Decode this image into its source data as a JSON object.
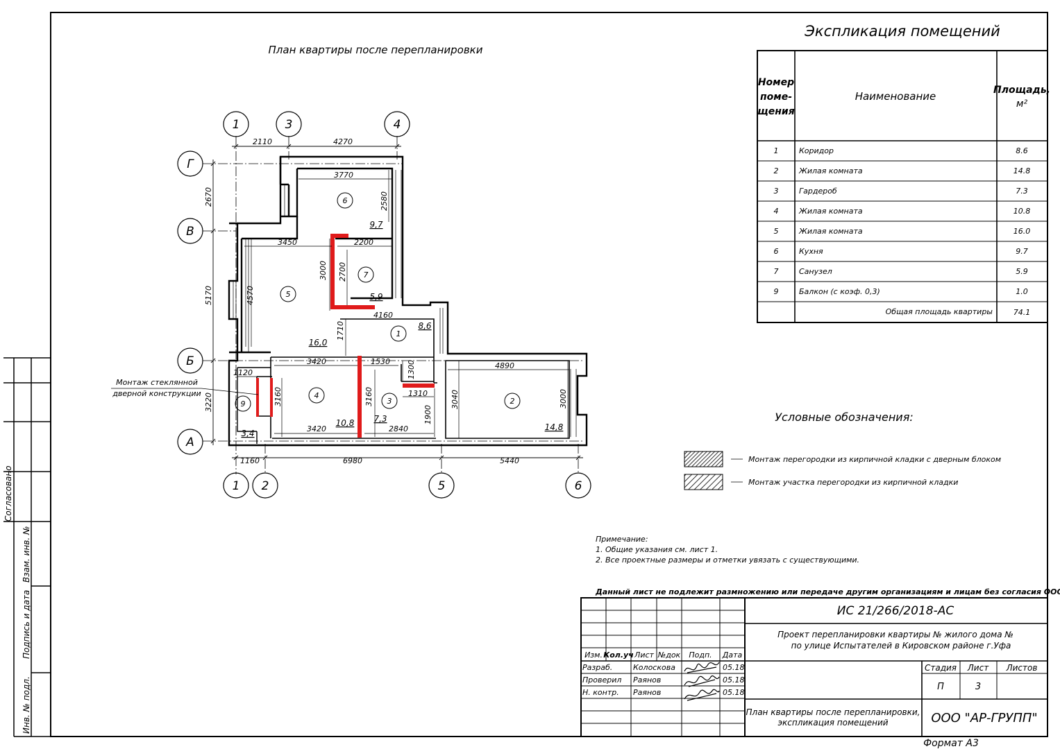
{
  "plan": {
    "title": "План квартиры после перепланировки",
    "axes_top": [
      "1",
      "3",
      "4"
    ],
    "axes_bottom": [
      "1",
      "2",
      "5",
      "6"
    ],
    "axes_left": [
      "Г",
      "В",
      "Б",
      "А"
    ],
    "dims_top": [
      "2110",
      "4270"
    ],
    "dims_bottom": [
      "1160",
      "6980",
      "5440"
    ],
    "dims_left": [
      "2670",
      "5170",
      "3220"
    ],
    "inner_dims": {
      "d3770": "3770",
      "d2580": "2580",
      "d3450": "3450",
      "d2200": "2200",
      "d4570": "4570",
      "d3000a": "3000",
      "d2700": "2700",
      "d4160": "4160",
      "d1710": "1710",
      "d3420a": "3420",
      "d1530": "1530",
      "d1300": "1300",
      "d4890": "4890",
      "d1120": "1120",
      "d3160a": "3160",
      "d3160b": "3160",
      "d1310": "1310",
      "d3040": "3040",
      "d3000b": "3000",
      "d1900": "1900",
      "d3420b": "3420",
      "d2840": "2840"
    },
    "room_numbers": {
      "r1": "1",
      "r2": "2",
      "r3": "3",
      "r4": "4",
      "r5": "5",
      "r6": "6",
      "r7": "7",
      "r9": "9"
    },
    "room_areas": {
      "a1": "8,6",
      "a2": "14,8",
      "a3": "7,3",
      "a4": "10,8",
      "a5": "16,0",
      "a6": "9,7",
      "a7": "5,9",
      "a9": "3,4"
    },
    "callout": [
      "Монтаж стеклянной",
      "дверной конструкции"
    ]
  },
  "explication": {
    "title": "Экспликация помещений",
    "col_number": [
      "Номер",
      "поме-",
      "щения"
    ],
    "col_name": "Наименование",
    "col_area": [
      "Площадь,",
      "м²"
    ],
    "rows": [
      {
        "n": "1",
        "name": "Коридор",
        "area": "8.6"
      },
      {
        "n": "2",
        "name": "Жилая комната",
        "area": "14.8"
      },
      {
        "n": "3",
        "name": "Гардероб",
        "area": "7.3"
      },
      {
        "n": "4",
        "name": "Жилая комната",
        "area": "10.8"
      },
      {
        "n": "5",
        "name": "Жилая комната",
        "area": "16.0"
      },
      {
        "n": "6",
        "name": "Кухня",
        "area": "9.7"
      },
      {
        "n": "7",
        "name": "Санузел",
        "area": "5.9"
      },
      {
        "n": "9",
        "name": "Балкон (с коэф. 0,3)",
        "area": "1.0"
      }
    ],
    "total_label": "Общая площадь квартиры",
    "total_value": "74.1"
  },
  "legend": {
    "title": "Условные обозначения:",
    "item1": "Монтаж перегородки из кирпичной кладки с дверным блоком",
    "item2": "Монтаж участка перегородки из кирпичной кладки"
  },
  "notes": {
    "title": "Примечание:",
    "line1": "1. Общие указания см. лист 1.",
    "line2": "2. Все проектные размеры и отметки увязать с существующими.",
    "warning": "Данный лист не подлежит размножению или передаче другим организациям и лицам без согласия ООО \"АР-ГРУПП\""
  },
  "stamp": {
    "code": "ИС 21/266/2018-АС",
    "project_line1": "Проект перепланировки квартиры №      жилого дома №",
    "project_line2": "по улице Испытателей в Кировском районе г.Уфа",
    "headers": [
      "Изм.",
      "Кол.уч",
      "Лист",
      "№док",
      "Подп.",
      "Дата"
    ],
    "roles": [
      {
        "role": "Разраб.",
        "name": "Колоскова",
        "date": "05.18"
      },
      {
        "role": "Проверил",
        "name": "Раянов",
        "date": "05.18"
      },
      {
        "role": "Н. контр.",
        "name": "Раянов",
        "date": "05.18"
      }
    ],
    "stage_label": "Стадия",
    "sheet_label": "Лист",
    "sheets_label": "Листов",
    "stage": "П",
    "sheet": "3",
    "sheet_title_1": "План квартиры после перепланировки,",
    "sheet_title_2": "экспликация помещений",
    "company": "ООО \"АР-ГРУПП\"",
    "format": "Формат А3"
  },
  "side": {
    "agreed": "Согласовано",
    "swap": "Взам. инв. №",
    "sign_date": "Подпись и дата",
    "inv_orig": "Инв. № подл."
  },
  "colors": {
    "red": "#e01b1b",
    "line": "#000000"
  }
}
